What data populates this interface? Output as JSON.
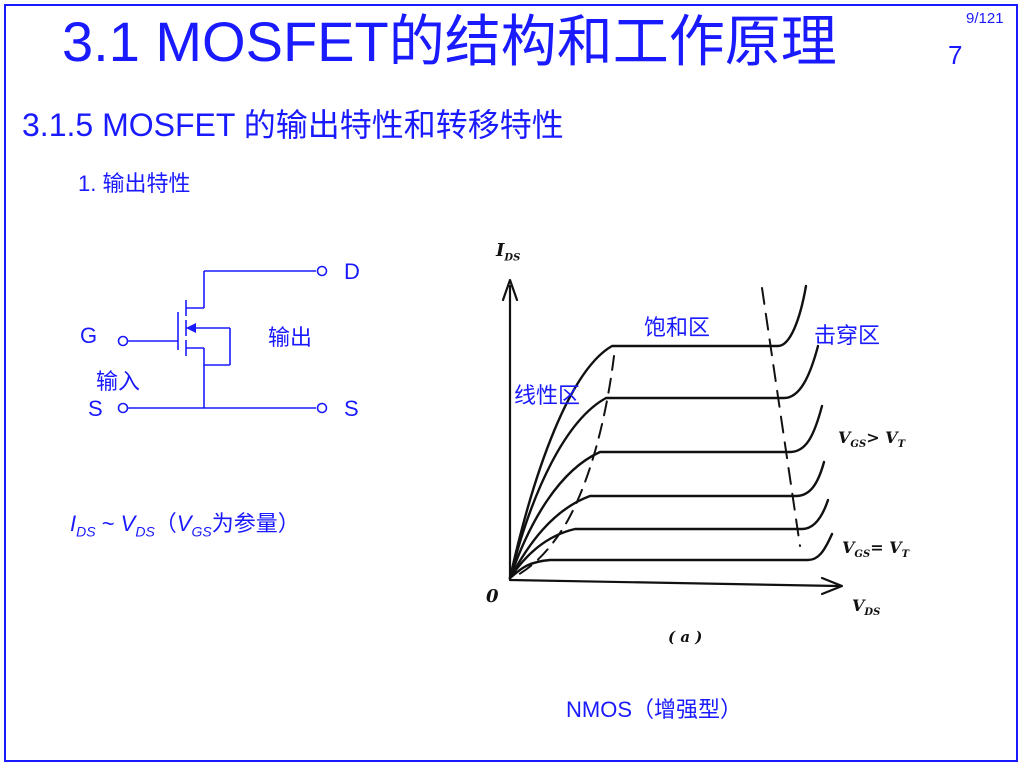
{
  "slide": {
    "title": "3.1  MOSFET的结构和工作原理",
    "title_suffix": "7",
    "page_number": "9/121",
    "subtitle": "3.1.5 MOSFET 的输出特性和转移特性",
    "section": "1. 输出特性"
  },
  "circuit": {
    "label_d": "D",
    "label_g": "G",
    "label_s_left": "S",
    "label_s_right": "S",
    "input_label": "输入",
    "output_label": "输出"
  },
  "formula": {
    "i": "I",
    "i_sub": "DS",
    "tilde": " ~ ",
    "v": "V",
    "v_sub": "DS",
    "paren_open": "（",
    "param_v": "V",
    "param_sub": "GS",
    "param_text": "为参量）"
  },
  "graph": {
    "y_axis_label": "I",
    "y_axis_sub": "DS",
    "x_axis_label": "V",
    "x_axis_sub": "DS",
    "origin_label": "0",
    "figure_label": "( a )",
    "region_saturation": "饱和区",
    "region_breakdown": "击穿区",
    "region_linear": "线性区",
    "annot_gt": "V",
    "annot_gt_sub": "GS",
    "annot_gt_rest": "> V",
    "annot_gt_rest_sub": "T",
    "annot_eq": "V",
    "annot_eq_sub": "GS",
    "annot_eq_rest": "= V",
    "annot_eq_rest_sub": "T"
  },
  "caption": "NMOS（增强型）"
}
